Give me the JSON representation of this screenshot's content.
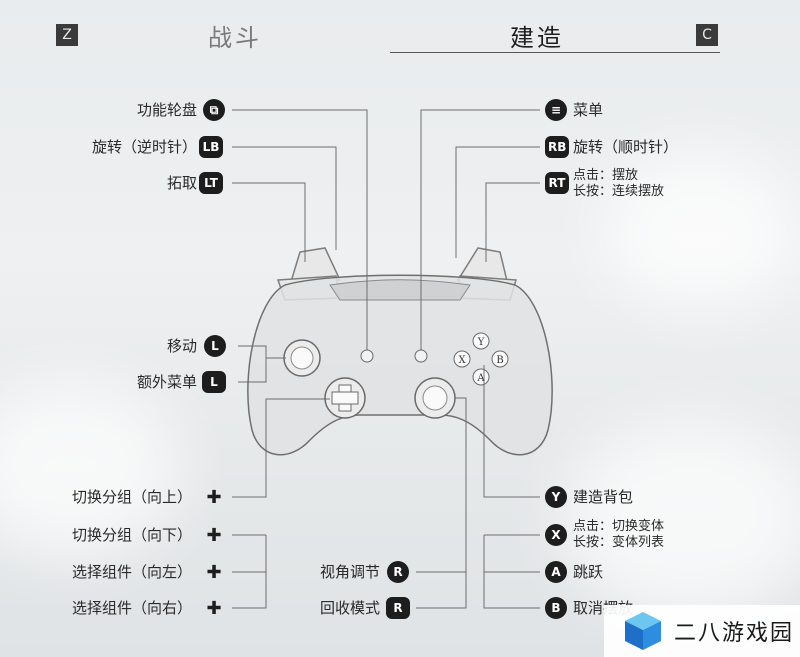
{
  "tabs": {
    "left_key": "Z",
    "left_label": "战斗",
    "right_label": "建造",
    "right_key": "C"
  },
  "left_labels": {
    "wheel": "功能轮盘",
    "rotate_ccw": "旋转（逆时针）",
    "pick": "拓取",
    "move": "移动",
    "extra_menu": "额外菜单",
    "group_up": "切换分组（向上）",
    "group_down": "切换分组（向下）",
    "comp_left": "选择组件（向左）",
    "comp_right": "选择组件（向右）",
    "view_adjust": "视角调节",
    "recycle": "回收模式"
  },
  "right_labels": {
    "menu": "菜单",
    "rotate_cw": "旋转（顺时针）",
    "rt_click": "点击：摆放",
    "rt_hold": "长按：连续摆放",
    "y_action": "建造背包",
    "x_click": "点击：切换变体",
    "x_hold": "长按：变体列表",
    "a_action": "跳跃",
    "b_action": "取消摆放"
  },
  "buttons": {
    "lb": "LB",
    "lt": "LT",
    "rb": "RB",
    "rt": "RT",
    "l": "L",
    "r": "R",
    "y": "Y",
    "x": "X",
    "a": "A",
    "b": "B"
  },
  "watermark": "二八游戏园"
}
